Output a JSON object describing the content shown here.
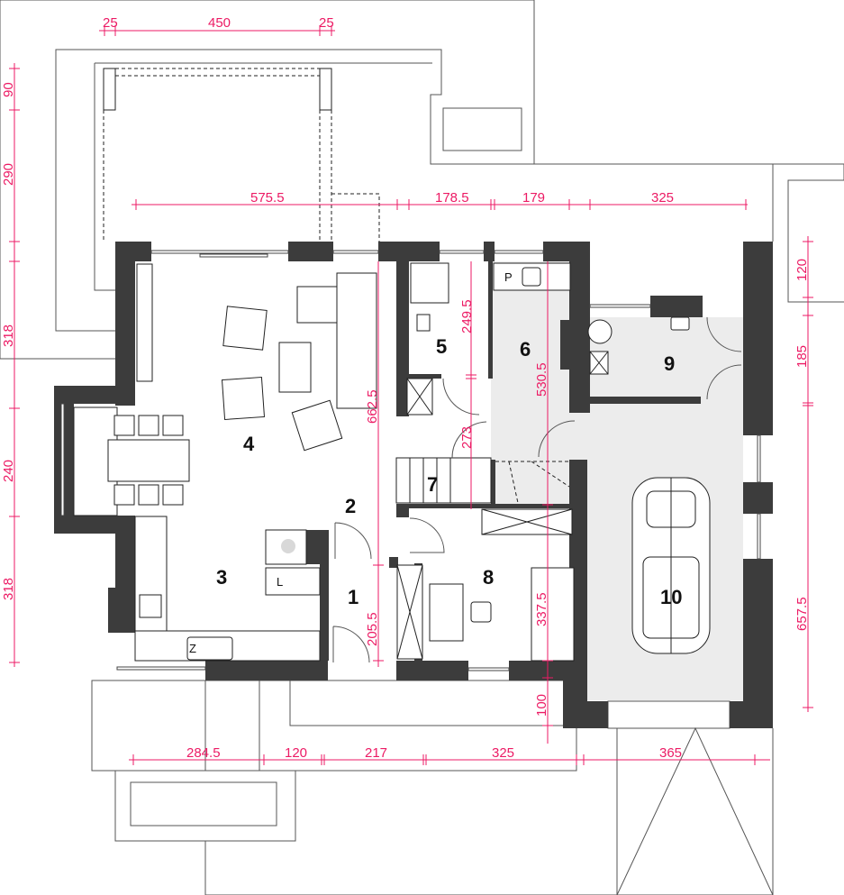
{
  "rooms": [
    "1",
    "2",
    "3",
    "4",
    "5",
    "6",
    "7",
    "8",
    "9",
    "10"
  ],
  "fixtures": {
    "pantry": "P",
    "fridge": "L",
    "sink": "Z"
  },
  "dimensions": {
    "top": [
      "25",
      "450",
      "25"
    ],
    "upper": [
      "575.5",
      "178.5",
      "179",
      "325"
    ],
    "left": [
      "90",
      "290",
      "318",
      "240",
      "318"
    ],
    "right": [
      "120",
      "185",
      "657.5"
    ],
    "bottom": [
      "284.5",
      "120",
      "217",
      "325",
      "365"
    ],
    "internal": [
      "662.5",
      "249.5",
      "273",
      "530.5",
      "337.5",
      "205.5",
      "100"
    ]
  },
  "colors": {
    "dimension": "#ec1a64",
    "wall": "#3c3c3c",
    "fill": "#ececec"
  }
}
